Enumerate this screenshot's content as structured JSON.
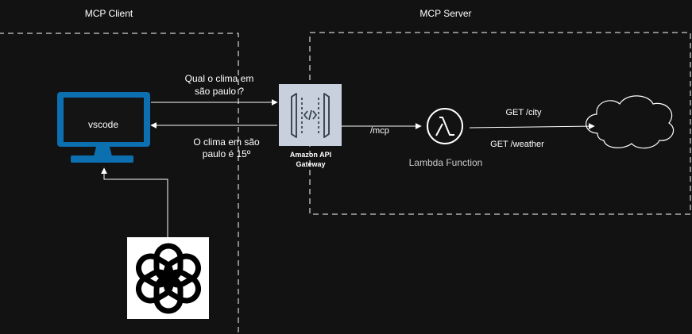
{
  "groups": {
    "client_title": "MCP Client",
    "server_title": "MCP Server"
  },
  "nodes": {
    "vscode_label": "vscode",
    "gateway_label_line1": "Amazon API",
    "gateway_label_line2": "Gateway",
    "lambda_label": "Lambda Function"
  },
  "edges": {
    "request_line1": "Qual o clima em",
    "request_line2": "são paulo ?",
    "response_line1": "O clima em são",
    "response_line2": "paulo é 15º",
    "gateway_to_lambda": "/mcp",
    "lambda_to_cloud_1": "GET /city",
    "lambda_to_cloud_2": "GET /weather"
  },
  "colors": {
    "background": "#121212",
    "monitor": "#0c6fb0",
    "gateway_box": "#c7d0dc",
    "gateway_icon": "#2f3a48",
    "lambda_label": "#c9c9c9"
  },
  "icons": {
    "client_icon": "monitor-icon",
    "gateway_icon": "api-gateway-icon",
    "lambda_icon": "lambda-icon",
    "external_icon": "cloud-icon",
    "llm_icon": "openai-logo-icon"
  }
}
